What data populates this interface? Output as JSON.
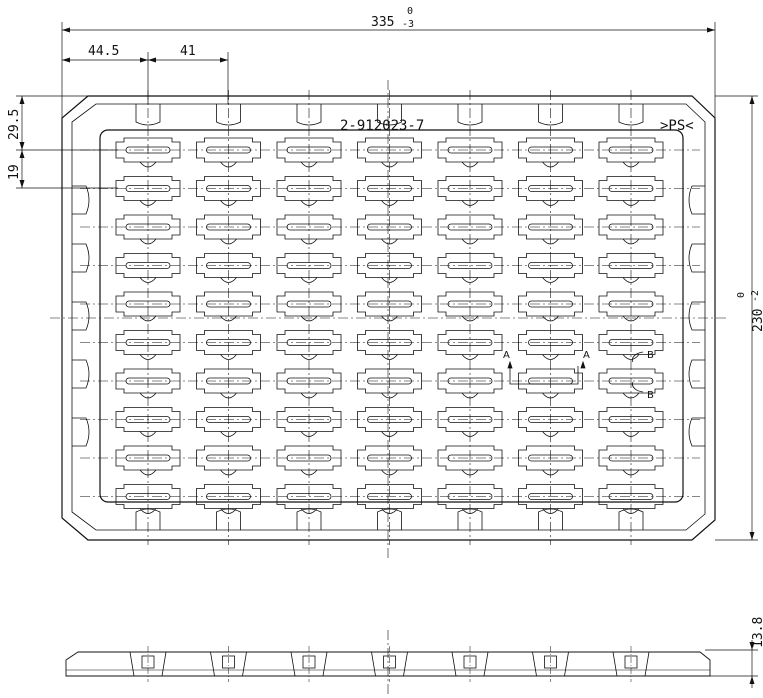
{
  "dimensions": {
    "overall_width": "335",
    "overall_width_tol_upper": "0",
    "overall_width_tol_lower": "-3",
    "first_pitch": "44.5",
    "pitch_x": "41",
    "edge_y": "29.5",
    "pitch_y": "19",
    "overall_height": "230",
    "overall_height_tol_upper": "0",
    "overall_height_tol_lower": "-2",
    "tray_depth": "13.8"
  },
  "labels": {
    "part_number": "2-912023-7",
    "material": ">PS<",
    "section_a": "A",
    "section_b": "B"
  },
  "grid": {
    "columns": 7,
    "rows": 10
  }
}
